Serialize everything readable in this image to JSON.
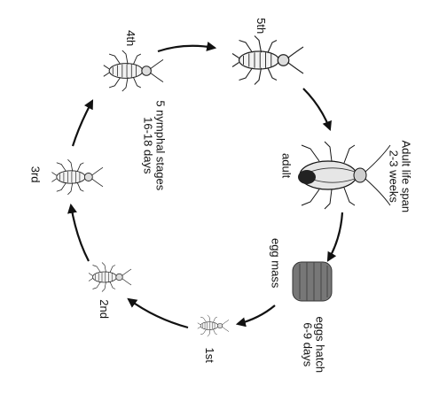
{
  "labels": {
    "stage_5th": "5th",
    "stage_4th": "4th",
    "stage_3rd": "3rd",
    "stage_2nd": "2nd",
    "stage_1st": "1st",
    "adult": "adult",
    "egg_mass": "egg mass",
    "nymphal_line1": "5 nymphal stages",
    "nymphal_line2": "16-18 days",
    "adult_span_line1": "Adult life span",
    "adult_span_line2": "2-3 weeks",
    "eggs_hatch_line1": "eggs hatch",
    "eggs_hatch_line2": "6-9 days"
  },
  "icons": {
    "nymph": "cockroach-nymph-icon",
    "adult": "adult-cockroach-icon",
    "egg": "egg-mass-icon"
  }
}
